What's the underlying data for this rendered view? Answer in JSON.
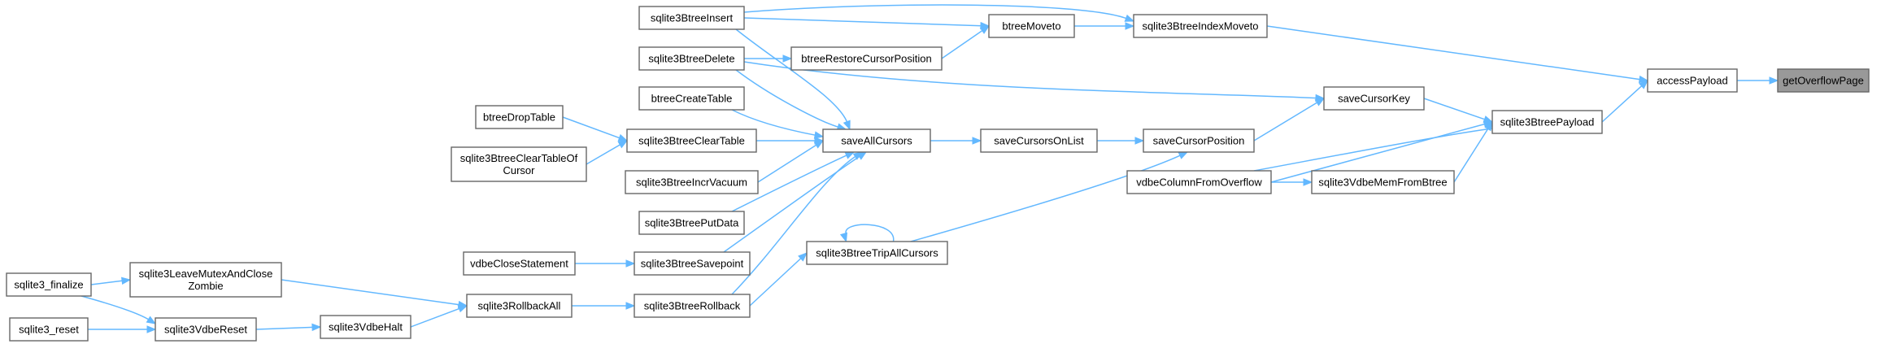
{
  "graph": {
    "title": "getOverflowPage caller graph",
    "colors": {
      "edge": "#63b8ff",
      "node_border": "#666666",
      "node_fill": "#ffffff",
      "root_fill": "#999999"
    },
    "nodes": [
      {
        "id": "getOverflowPage",
        "lines": [
          "getOverflowPage"
        ],
        "root": true
      },
      {
        "id": "accessPayload",
        "lines": [
          "accessPayload"
        ]
      },
      {
        "id": "sqlite3BtreeIndexMoveto",
        "lines": [
          "sqlite3BtreeIndexMoveto"
        ]
      },
      {
        "id": "sqlite3BtreePayload",
        "lines": [
          "sqlite3BtreePayload"
        ]
      },
      {
        "id": "saveCursorKey",
        "lines": [
          "saveCursorKey"
        ]
      },
      {
        "id": "vdbeColumnFromOverflow",
        "lines": [
          "vdbeColumnFromOverflow"
        ]
      },
      {
        "id": "sqlite3VdbeMemFromBtree",
        "lines": [
          "sqlite3VdbeMemFromBtree"
        ]
      },
      {
        "id": "sqlite3BtreeInsert",
        "lines": [
          "sqlite3BtreeInsert"
        ]
      },
      {
        "id": "btreeMoveto",
        "lines": [
          "btreeMoveto"
        ]
      },
      {
        "id": "sqlite3BtreeDelete",
        "lines": [
          "sqlite3BtreeDelete"
        ]
      },
      {
        "id": "btreeRestoreCursorPosition",
        "lines": [
          "btreeRestoreCursorPosition"
        ]
      },
      {
        "id": "btreeCreateTable",
        "lines": [
          "btreeCreateTable"
        ]
      },
      {
        "id": "btreeDropTable",
        "lines": [
          "btreeDropTable"
        ]
      },
      {
        "id": "sqlite3BtreeClearTable",
        "lines": [
          "sqlite3BtreeClearTable"
        ]
      },
      {
        "id": "sqlite3BtreeClearTableOfCursor",
        "lines": [
          "sqlite3BtreeClearTableOf",
          "Cursor"
        ]
      },
      {
        "id": "saveAllCursors",
        "lines": [
          "saveAllCursors"
        ]
      },
      {
        "id": "saveCursorsOnList",
        "lines": [
          "saveCursorsOnList"
        ]
      },
      {
        "id": "saveCursorPosition",
        "lines": [
          "saveCursorPosition"
        ]
      },
      {
        "id": "sqlite3BtreeIncrVacuum",
        "lines": [
          "sqlite3BtreeIncrVacuum"
        ]
      },
      {
        "id": "sqlite3BtreePutData",
        "lines": [
          "sqlite3BtreePutData"
        ]
      },
      {
        "id": "vdbeCloseStatement",
        "lines": [
          "vdbeCloseStatement"
        ]
      },
      {
        "id": "sqlite3BtreeSavepoint",
        "lines": [
          "sqlite3BtreeSavepoint"
        ]
      },
      {
        "id": "sqlite3BtreeTripAllCursors",
        "lines": [
          "sqlite3BtreeTripAllCursors"
        ]
      },
      {
        "id": "sqlite3_finalize",
        "lines": [
          "sqlite3_finalize"
        ]
      },
      {
        "id": "sqlite3LeaveMutexAndCloseZombie",
        "lines": [
          "sqlite3LeaveMutexAndClose",
          "Zombie"
        ]
      },
      {
        "id": "sqlite3RollbackAll",
        "lines": [
          "sqlite3RollbackAll"
        ]
      },
      {
        "id": "sqlite3BtreeRollback",
        "lines": [
          "sqlite3BtreeRollback"
        ]
      },
      {
        "id": "sqlite3_reset",
        "lines": [
          "sqlite3_reset"
        ]
      },
      {
        "id": "sqlite3VdbeReset",
        "lines": [
          "sqlite3VdbeReset"
        ]
      },
      {
        "id": "sqlite3VdbeHalt",
        "lines": [
          "sqlite3VdbeHalt"
        ]
      }
    ],
    "edges": [
      {
        "from": "accessPayload",
        "to": "getOverflowPage"
      },
      {
        "from": "sqlite3BtreeIndexMoveto",
        "to": "accessPayload"
      },
      {
        "from": "sqlite3BtreePayload",
        "to": "accessPayload"
      },
      {
        "from": "saveCursorKey",
        "to": "sqlite3BtreePayload"
      },
      {
        "from": "saveCursorPosition",
        "to": "sqlite3BtreePayload"
      },
      {
        "from": "sqlite3VdbeMemFromBtree",
        "to": "sqlite3BtreePayload"
      },
      {
        "from": "vdbeColumnFromOverflow",
        "to": "sqlite3BtreePayload"
      },
      {
        "from": "vdbeColumnFromOverflow",
        "to": "sqlite3VdbeMemFromBtree"
      },
      {
        "from": "btreeMoveto",
        "to": "sqlite3BtreeIndexMoveto"
      },
      {
        "from": "sqlite3BtreeInsert",
        "to": "sqlite3BtreeIndexMoveto"
      },
      {
        "from": "sqlite3BtreeInsert",
        "to": "btreeMoveto"
      },
      {
        "from": "btreeRestoreCursorPosition",
        "to": "btreeMoveto"
      },
      {
        "from": "sqlite3BtreeDelete",
        "to": "btreeRestoreCursorPosition"
      },
      {
        "from": "sqlite3BtreeDelete",
        "to": "saveCursorKey"
      },
      {
        "from": "saveCursorPosition",
        "to": "saveCursorKey"
      },
      {
        "from": "saveCursorsOnList",
        "to": "saveCursorPosition"
      },
      {
        "from": "sqlite3BtreeTripAllCursors",
        "to": "saveCursorPosition"
      },
      {
        "from": "sqlite3BtreeTripAllCursors",
        "to": "sqlite3BtreeTripAllCursors"
      },
      {
        "from": "saveAllCursors",
        "to": "saveCursorsOnList"
      },
      {
        "from": "sqlite3BtreeInsert",
        "to": "saveAllCursors"
      },
      {
        "from": "sqlite3BtreeDelete",
        "to": "saveAllCursors"
      },
      {
        "from": "btreeCreateTable",
        "to": "saveAllCursors"
      },
      {
        "from": "sqlite3BtreeClearTable",
        "to": "saveAllCursors"
      },
      {
        "from": "sqlite3BtreeIncrVacuum",
        "to": "saveAllCursors"
      },
      {
        "from": "sqlite3BtreePutData",
        "to": "saveAllCursors"
      },
      {
        "from": "sqlite3BtreeSavepoint",
        "to": "saveAllCursors"
      },
      {
        "from": "sqlite3BtreeRollback",
        "to": "saveAllCursors"
      },
      {
        "from": "btreeDropTable",
        "to": "sqlite3BtreeClearTable"
      },
      {
        "from": "sqlite3BtreeClearTableOfCursor",
        "to": "sqlite3BtreeClearTable"
      },
      {
        "from": "vdbeCloseStatement",
        "to": "sqlite3BtreeSavepoint"
      },
      {
        "from": "sqlite3BtreeRollback",
        "to": "sqlite3BtreeTripAllCursors"
      },
      {
        "from": "sqlite3RollbackAll",
        "to": "sqlite3BtreeRollback"
      },
      {
        "from": "sqlite3LeaveMutexAndCloseZombie",
        "to": "sqlite3RollbackAll"
      },
      {
        "from": "sqlite3VdbeHalt",
        "to": "sqlite3RollbackAll"
      },
      {
        "from": "sqlite3_finalize",
        "to": "sqlite3LeaveMutexAndCloseZombie"
      },
      {
        "from": "sqlite3_finalize",
        "to": "sqlite3VdbeReset"
      },
      {
        "from": "sqlite3_reset",
        "to": "sqlite3VdbeReset"
      },
      {
        "from": "sqlite3VdbeReset",
        "to": "sqlite3VdbeHalt"
      }
    ]
  }
}
